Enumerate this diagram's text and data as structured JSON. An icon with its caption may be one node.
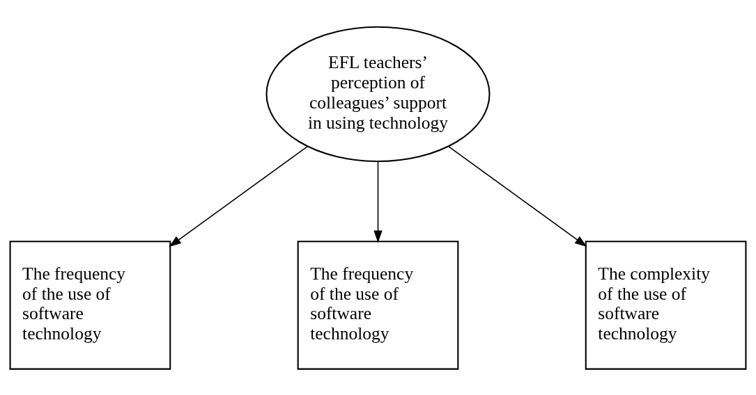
{
  "diagram": {
    "nodes": [
      {
        "text": [
          "EFL teachers’ perception of colleagues’ support in using technology"
        ]
      },
      {
        "text": [
          "The frequency of the use of software technology"
        ]
      },
      {
        "text": [
          "The frequency of the use of software technology"
        ]
      },
      {
        "text": [
          "The complexity of the use of software technology"
        ]
      }
    ],
    "edges": [
      {
        "from": 0,
        "to": 1,
        "arrow": "to"
      },
      {
        "from": 0,
        "to": 2,
        "arrow": "to"
      },
      {
        "from": 0,
        "to": 3,
        "arrow": "to"
      }
    ]
  }
}
